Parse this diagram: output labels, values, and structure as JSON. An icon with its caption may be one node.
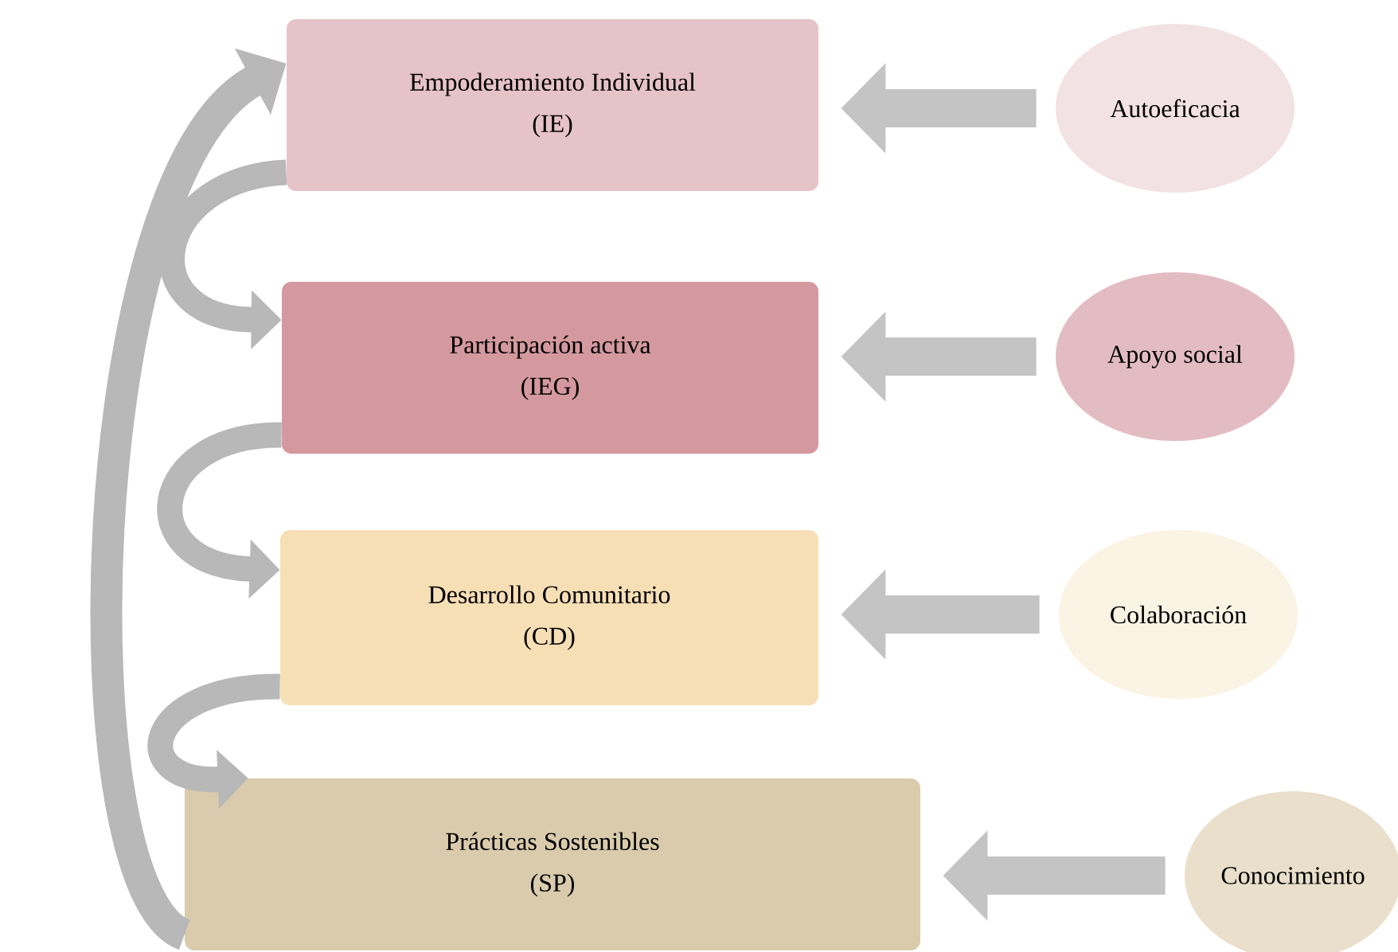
{
  "diagram": {
    "nodes": [
      {
        "text": [
          "Empoderamiento Individual",
          "(IE)"
        ]
      },
      {
        "text": [
          "Autoeficacia"
        ]
      },
      {
        "text": [
          "Participación activa",
          "(IEG)"
        ]
      },
      {
        "text": [
          "Apoyo social"
        ]
      },
      {
        "text": [
          "Desarrollo Comunitario",
          "(CD)"
        ]
      },
      {
        "text": [
          "Colaboración"
        ]
      },
      {
        "text": [
          "Prácticas Sostenibles",
          "(SP)"
        ]
      },
      {
        "text": [
          "Conocimiento"
        ]
      }
    ],
    "edges": [
      {
        "from": 1,
        "to": 0,
        "arrow": "to"
      },
      {
        "from": 3,
        "to": 2,
        "arrow": "to"
      },
      {
        "from": 5,
        "to": 4,
        "arrow": "to"
      },
      {
        "from": 7,
        "to": 6,
        "arrow": "to"
      },
      {
        "from": 0,
        "to": 2,
        "arrow": "to"
      },
      {
        "from": 2,
        "to": 4,
        "arrow": "to"
      },
      {
        "from": 4,
        "to": 6,
        "arrow": "to"
      },
      {
        "from": 6,
        "to": 0,
        "arrow": "to"
      }
    ]
  }
}
